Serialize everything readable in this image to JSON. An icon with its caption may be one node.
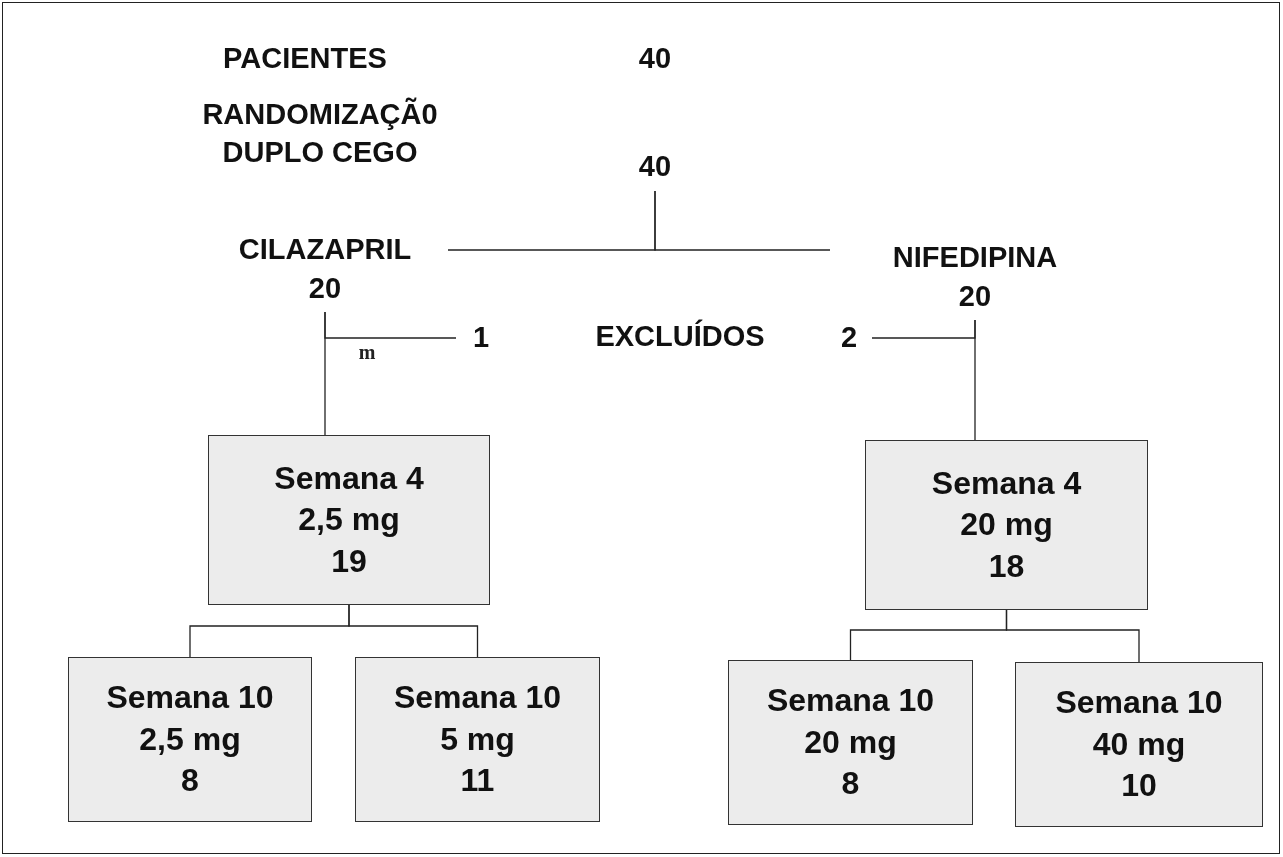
{
  "diagram": {
    "nodes": [
      {
        "text": [
          "40"
        ]
      },
      {
        "text": [
          "CILAZAPRIL",
          "20"
        ]
      },
      {
        "text": [
          "NIFEDIPINA",
          "20"
        ]
      },
      {
        "text": [
          "1"
        ]
      },
      {
        "text": [
          "2"
        ]
      },
      {
        "text": [
          "Semana 4",
          "2,5 mg",
          "19"
        ]
      },
      {
        "text": [
          "Semana 4",
          "20 mg",
          "18"
        ]
      },
      {
        "text": [
          "Semana 10",
          "2,5 mg",
          "8"
        ]
      },
      {
        "text": [
          "Semana 10",
          "5 mg",
          "11"
        ]
      },
      {
        "text": [
          "Semana 10",
          "20 mg",
          "8"
        ]
      },
      {
        "text": [
          "Semana 10",
          "40 mg",
          "10"
        ]
      }
    ],
    "edges": [
      {
        "from": 0,
        "to": 1,
        "arrow": "none"
      },
      {
        "from": 0,
        "to": 2,
        "arrow": "none"
      },
      {
        "from": 1,
        "to": 5,
        "arrow": "none"
      },
      {
        "from": 1,
        "to": 3,
        "arrow": "none"
      },
      {
        "from": 2,
        "to": 6,
        "arrow": "none"
      },
      {
        "from": 2,
        "to": 4,
        "arrow": "none"
      },
      {
        "from": 5,
        "to": 7,
        "arrow": "none"
      },
      {
        "from": 5,
        "to": 8,
        "arrow": "none"
      },
      {
        "from": 6,
        "to": 9,
        "arrow": "none"
      },
      {
        "from": 6,
        "to": 10,
        "arrow": "none"
      }
    ],
    "labels": [
      "PACIENTES",
      "40",
      "RANDOMIZAÇÃ0 DUPLO CEGO",
      "EXCLUÍDOS",
      "m"
    ]
  }
}
